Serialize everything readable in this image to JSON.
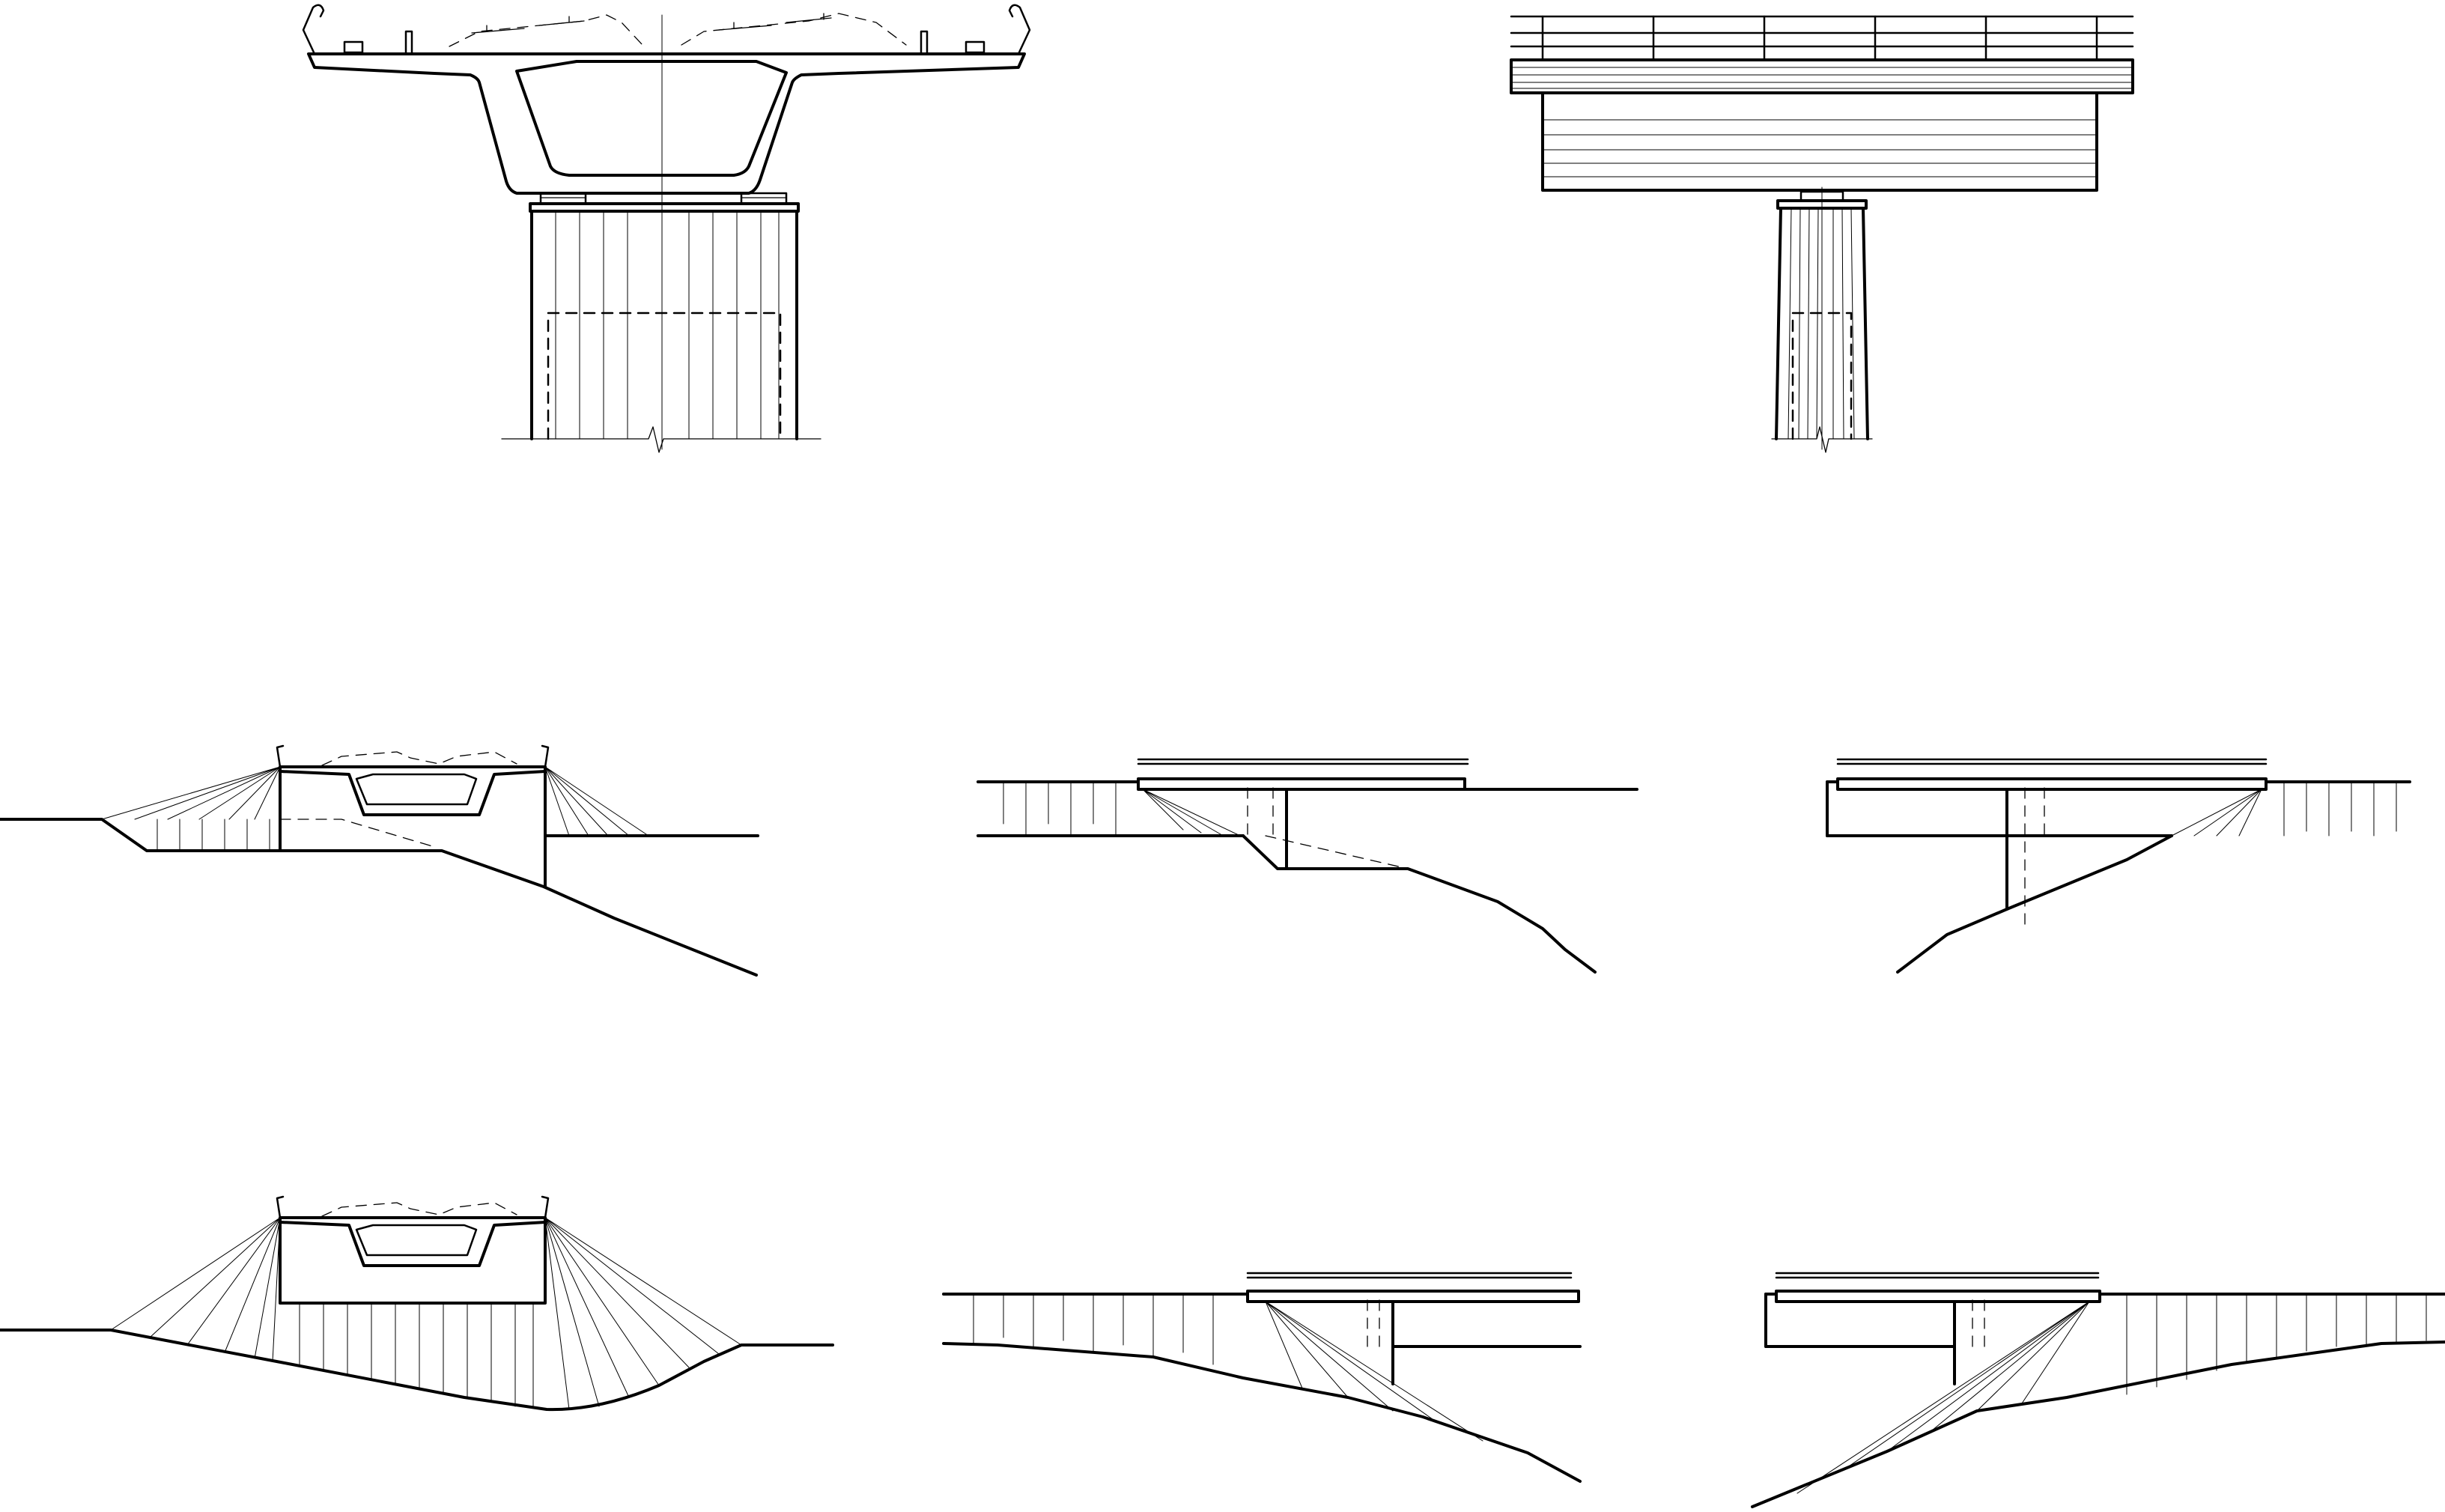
{
  "drawing": {
    "line_color": "#000000",
    "background_color": "#ffffff",
    "views": [
      "box-girder-cross-section",
      "pier-side-elevation",
      "embankment-section-shallow",
      "slope-elevation-left",
      "slope-elevation-right",
      "embankment-section-deep",
      "slope-elevation-left-deep",
      "slope-elevation-right-deep"
    ]
  }
}
